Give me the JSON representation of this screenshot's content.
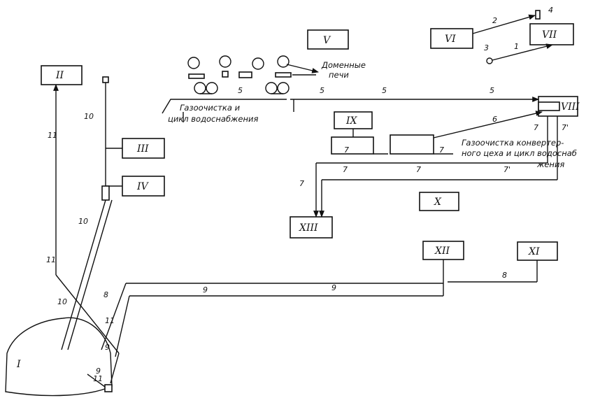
{
  "units": {
    "I": "I",
    "II": "II",
    "III": "III",
    "IV": "IV",
    "V": "V",
    "VI": "VI",
    "VII": "VII",
    "VIII": "VIII",
    "IX": "IX",
    "X": "X",
    "XI": "XI",
    "XII": "XII",
    "XIII": "XIII"
  },
  "labels": {
    "blast_furnaces_1": "Доменные",
    "blast_furnaces_2": "печи",
    "gas_cleaning_bf_1": "Газоочистка и",
    "gas_cleaning_bf_2": "цикл водоснабжения",
    "gas_cleaning_conv_1": "Газоочистка конвертер-",
    "gas_cleaning_conv_2": "ного цеха и цикл водоснаб",
    "gas_cleaning_conv_3": "жения"
  },
  "line_numbers": {
    "n1": "1",
    "n2": "2",
    "n3": "3",
    "n4": "4",
    "n5": "5",
    "n6": "6",
    "n7": "7",
    "n7p": "7'",
    "n8": "8",
    "n9": "9",
    "n10": "10",
    "n11": "11"
  }
}
